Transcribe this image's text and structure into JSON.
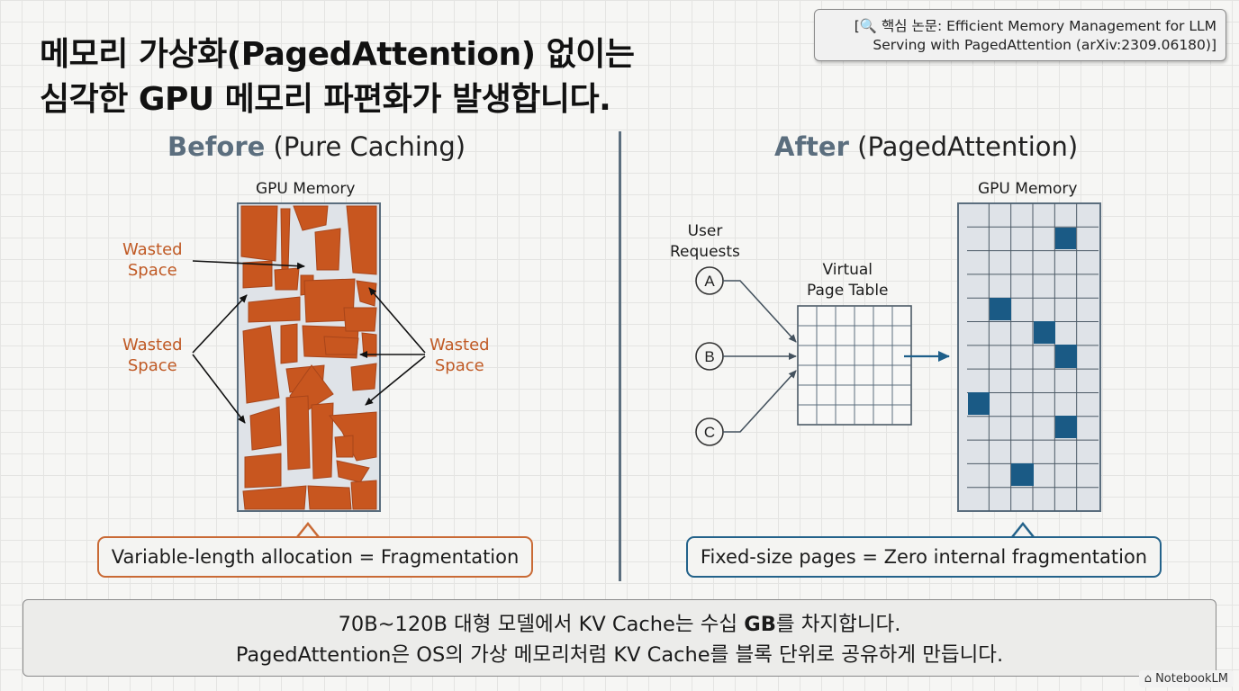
{
  "title": {
    "line1": "메모리 가상화(PagedAttention) 없이는",
    "line2": "심각한 GPU 메모리 파편화가 발생합니다."
  },
  "reference": {
    "line1": "[🔍 핵심 논문: Efficient Memory Management for LLM",
    "line2": "Serving with PagedAttention (arXiv:2309.06180)]"
  },
  "before": {
    "heading_strong": "Before",
    "heading_rest": " (Pure Caching)",
    "memory_label": "GPU Memory",
    "wasted_top_1": "Wasted",
    "wasted_top_2": "Space",
    "wasted_left_1": "Wasted",
    "wasted_left_2": "Space",
    "wasted_right_1": "Wasted",
    "wasted_right_2": "Space",
    "callout": "Variable-length allocation = Fragmentation"
  },
  "after": {
    "heading_strong": "After",
    "heading_rest": " (PagedAttention)",
    "memory_label": "GPU Memory",
    "requests_label_1": "User",
    "requests_label_2": "Requests",
    "requests": [
      "A",
      "B",
      "C"
    ],
    "page_table_label_1": "Virtual",
    "page_table_label_2": "Page Table",
    "callout": "Fixed-size pages = Zero internal fragmentation"
  },
  "summary": {
    "line1_pre": "70B~120B 대형 모델에서 KV Cache는 수십 ",
    "line1_bold": "GB",
    "line1_post": "를 차지합니다.",
    "line2": "PagedAttention은 OS의 가상 메모리처럼 KV Cache를 블록 단위로 공유하게 만듭니다."
  },
  "brand": "⌂ NotebookLM",
  "colors": {
    "fragment": "#c8561f",
    "page_block": "#1a5a85",
    "accent_gray": "#5b6e7e",
    "memory_bg": "#dfe3e8"
  }
}
